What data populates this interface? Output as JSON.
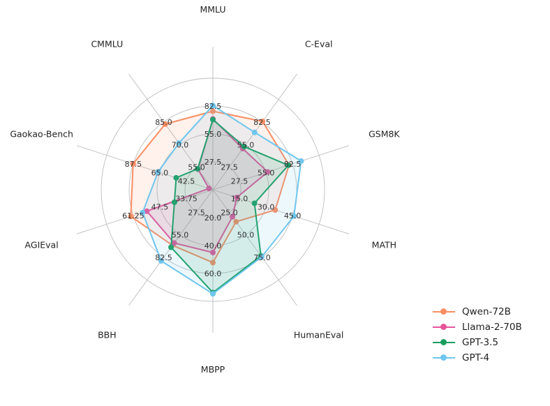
{
  "chart_data": {
    "type": "radar",
    "axes": [
      "MMLU",
      "C-Eval",
      "GSM8K",
      "MATH",
      "HumanEval",
      "MBPP",
      "BBH",
      "AGIEval",
      "Gaokao-Bench",
      "CMMLU"
    ],
    "axis_ticks": [
      [
        "27.5",
        "55.0",
        "82.5"
      ],
      [
        "27.5",
        "55.0",
        "82.5"
      ],
      [
        "27.5",
        "55.0",
        "82.5"
      ],
      [
        "15.0",
        "30.0",
        "45.0"
      ],
      [
        "25.0",
        "50.0",
        "75.0"
      ],
      [
        "20.0",
        "40.0",
        "60.0"
      ],
      [
        "27.5",
        "55.0",
        "82.5"
      ],
      [
        "33.75",
        "47.5",
        "61.25"
      ],
      [
        "42.5",
        "65.0",
        "87.5"
      ],
      [
        "55.0",
        "70.0",
        "85.0"
      ]
    ],
    "axis_ranges": [
      [
        0,
        110
      ],
      [
        0,
        110
      ],
      [
        0,
        110
      ],
      [
        0,
        60
      ],
      [
        0,
        100
      ],
      [
        0,
        80
      ],
      [
        0,
        110
      ],
      [
        20,
        75
      ],
      [
        20,
        110
      ],
      [
        40,
        100
      ]
    ],
    "series": [
      {
        "name": "Qwen-72B",
        "color": "#fc8d62",
        "values": [
          77.4,
          83.3,
          78.9,
          35.2,
          35.4,
          52.2,
          67.7,
          62.5,
          87.6,
          83.6
        ]
      },
      {
        "name": "Llama-2-70B",
        "color": "#e7549a",
        "values": [
          69.8,
          50.1,
          56.8,
          13.5,
          29.9,
          45.0,
          64.9,
          54.2,
          23.3,
          53.6
        ]
      },
      {
        "name": "GPT-3.5",
        "color": "#1a9e5e",
        "values": [
          69.1,
          52.5,
          78.2,
          23.5,
          73.2,
          73.7,
          70.1,
          39.9,
          51.1,
          53.9
        ]
      },
      {
        "name": "GPT-4",
        "color": "#6fc6ee",
        "values": [
          83.0,
          69.9,
          91.4,
          45.8,
          74.4,
          74.6,
          86.7,
          56.4,
          66.5,
          71.0
        ]
      }
    ],
    "grid": true,
    "legend_position": "bottom-right"
  }
}
